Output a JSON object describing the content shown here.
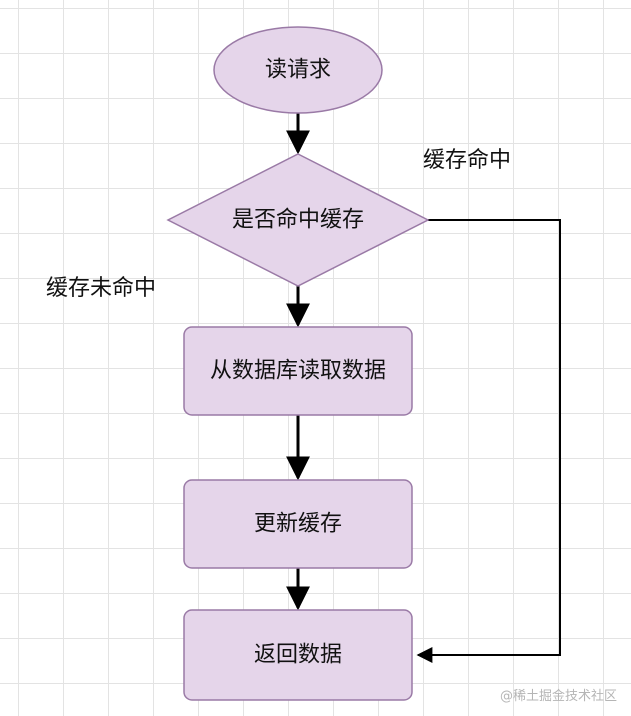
{
  "colors": {
    "node_fill": "#e5d5ea",
    "node_stroke": "#9a7aa6",
    "edge": "#000000"
  },
  "nodes": {
    "start": "读请求",
    "decision": "是否命中缓存",
    "read_db": "从数据库读取数据",
    "update_cache": "更新缓存",
    "return_data": "返回数据"
  },
  "edge_labels": {
    "hit": "缓存命中",
    "miss": "缓存未命中"
  },
  "watermark": "@稀土掘金技术社区"
}
